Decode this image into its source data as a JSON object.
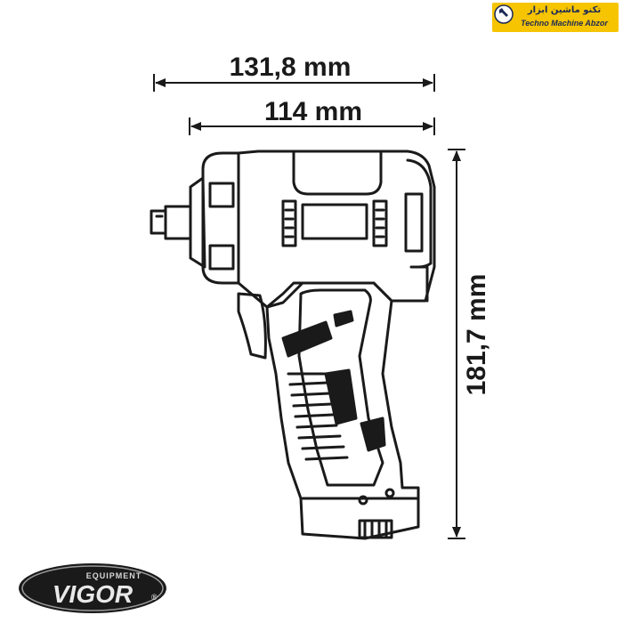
{
  "dimensions": {
    "overall_length": "131,8 mm",
    "body_length": "114 mm",
    "height": "181,7 mm"
  },
  "badge": {
    "persian_text": "تکنو ماشین ابزار",
    "english_text": "Techno Machine Abzor",
    "icon": "wrench-icon",
    "color": "#f6c400"
  },
  "brand": {
    "name": "VIGOR",
    "subtitle": "EQUIPMENT",
    "registered": "®",
    "icon": "vigor-logo"
  },
  "line_color": "#1a1a1a"
}
